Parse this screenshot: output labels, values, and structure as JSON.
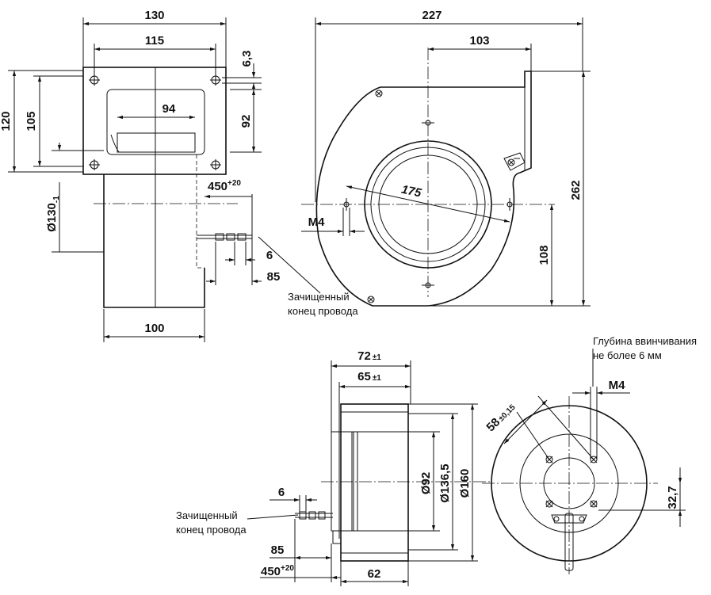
{
  "side_view": {
    "d_130": "130",
    "d_115": "115",
    "d_6_3": "6,3",
    "d_120": "120",
    "d_105": "105",
    "d_92": "92",
    "d_94": "94",
    "d_450": "450",
    "d_450_tol": "+20",
    "d_130_dia": "Ø130",
    "d_130_tol": "-1",
    "d_6": "6",
    "d_85": "85",
    "d_100": "100",
    "note_wire": [
      "Зачищенный",
      "конец провода"
    ]
  },
  "front_view": {
    "d_227": "227",
    "d_103": "103",
    "d_175": "175",
    "d_m4": "M4",
    "d_262": "262",
    "d_108": "108"
  },
  "bottom_side_view": {
    "d_72": "72",
    "d_72_tol": "±1",
    "d_65": "65",
    "d_65_tol": "±1",
    "d_92_dia": "Ø92",
    "d_136_5_dia": "Ø136,5",
    "d_160_dia": "Ø160",
    "d_6": "6",
    "d_85": "85",
    "d_450": "450",
    "d_450_tol": "+20",
    "d_62": "62",
    "note_wire": [
      "Зачищенный",
      "конец провода"
    ]
  },
  "bottom_front_view": {
    "d_58": "58",
    "d_58_tol": "±0,15",
    "d_m4": "M4",
    "d_32_7": "32,7",
    "note_depth": [
      "Глубина ввинчивания",
      "не более 6 мм"
    ]
  }
}
